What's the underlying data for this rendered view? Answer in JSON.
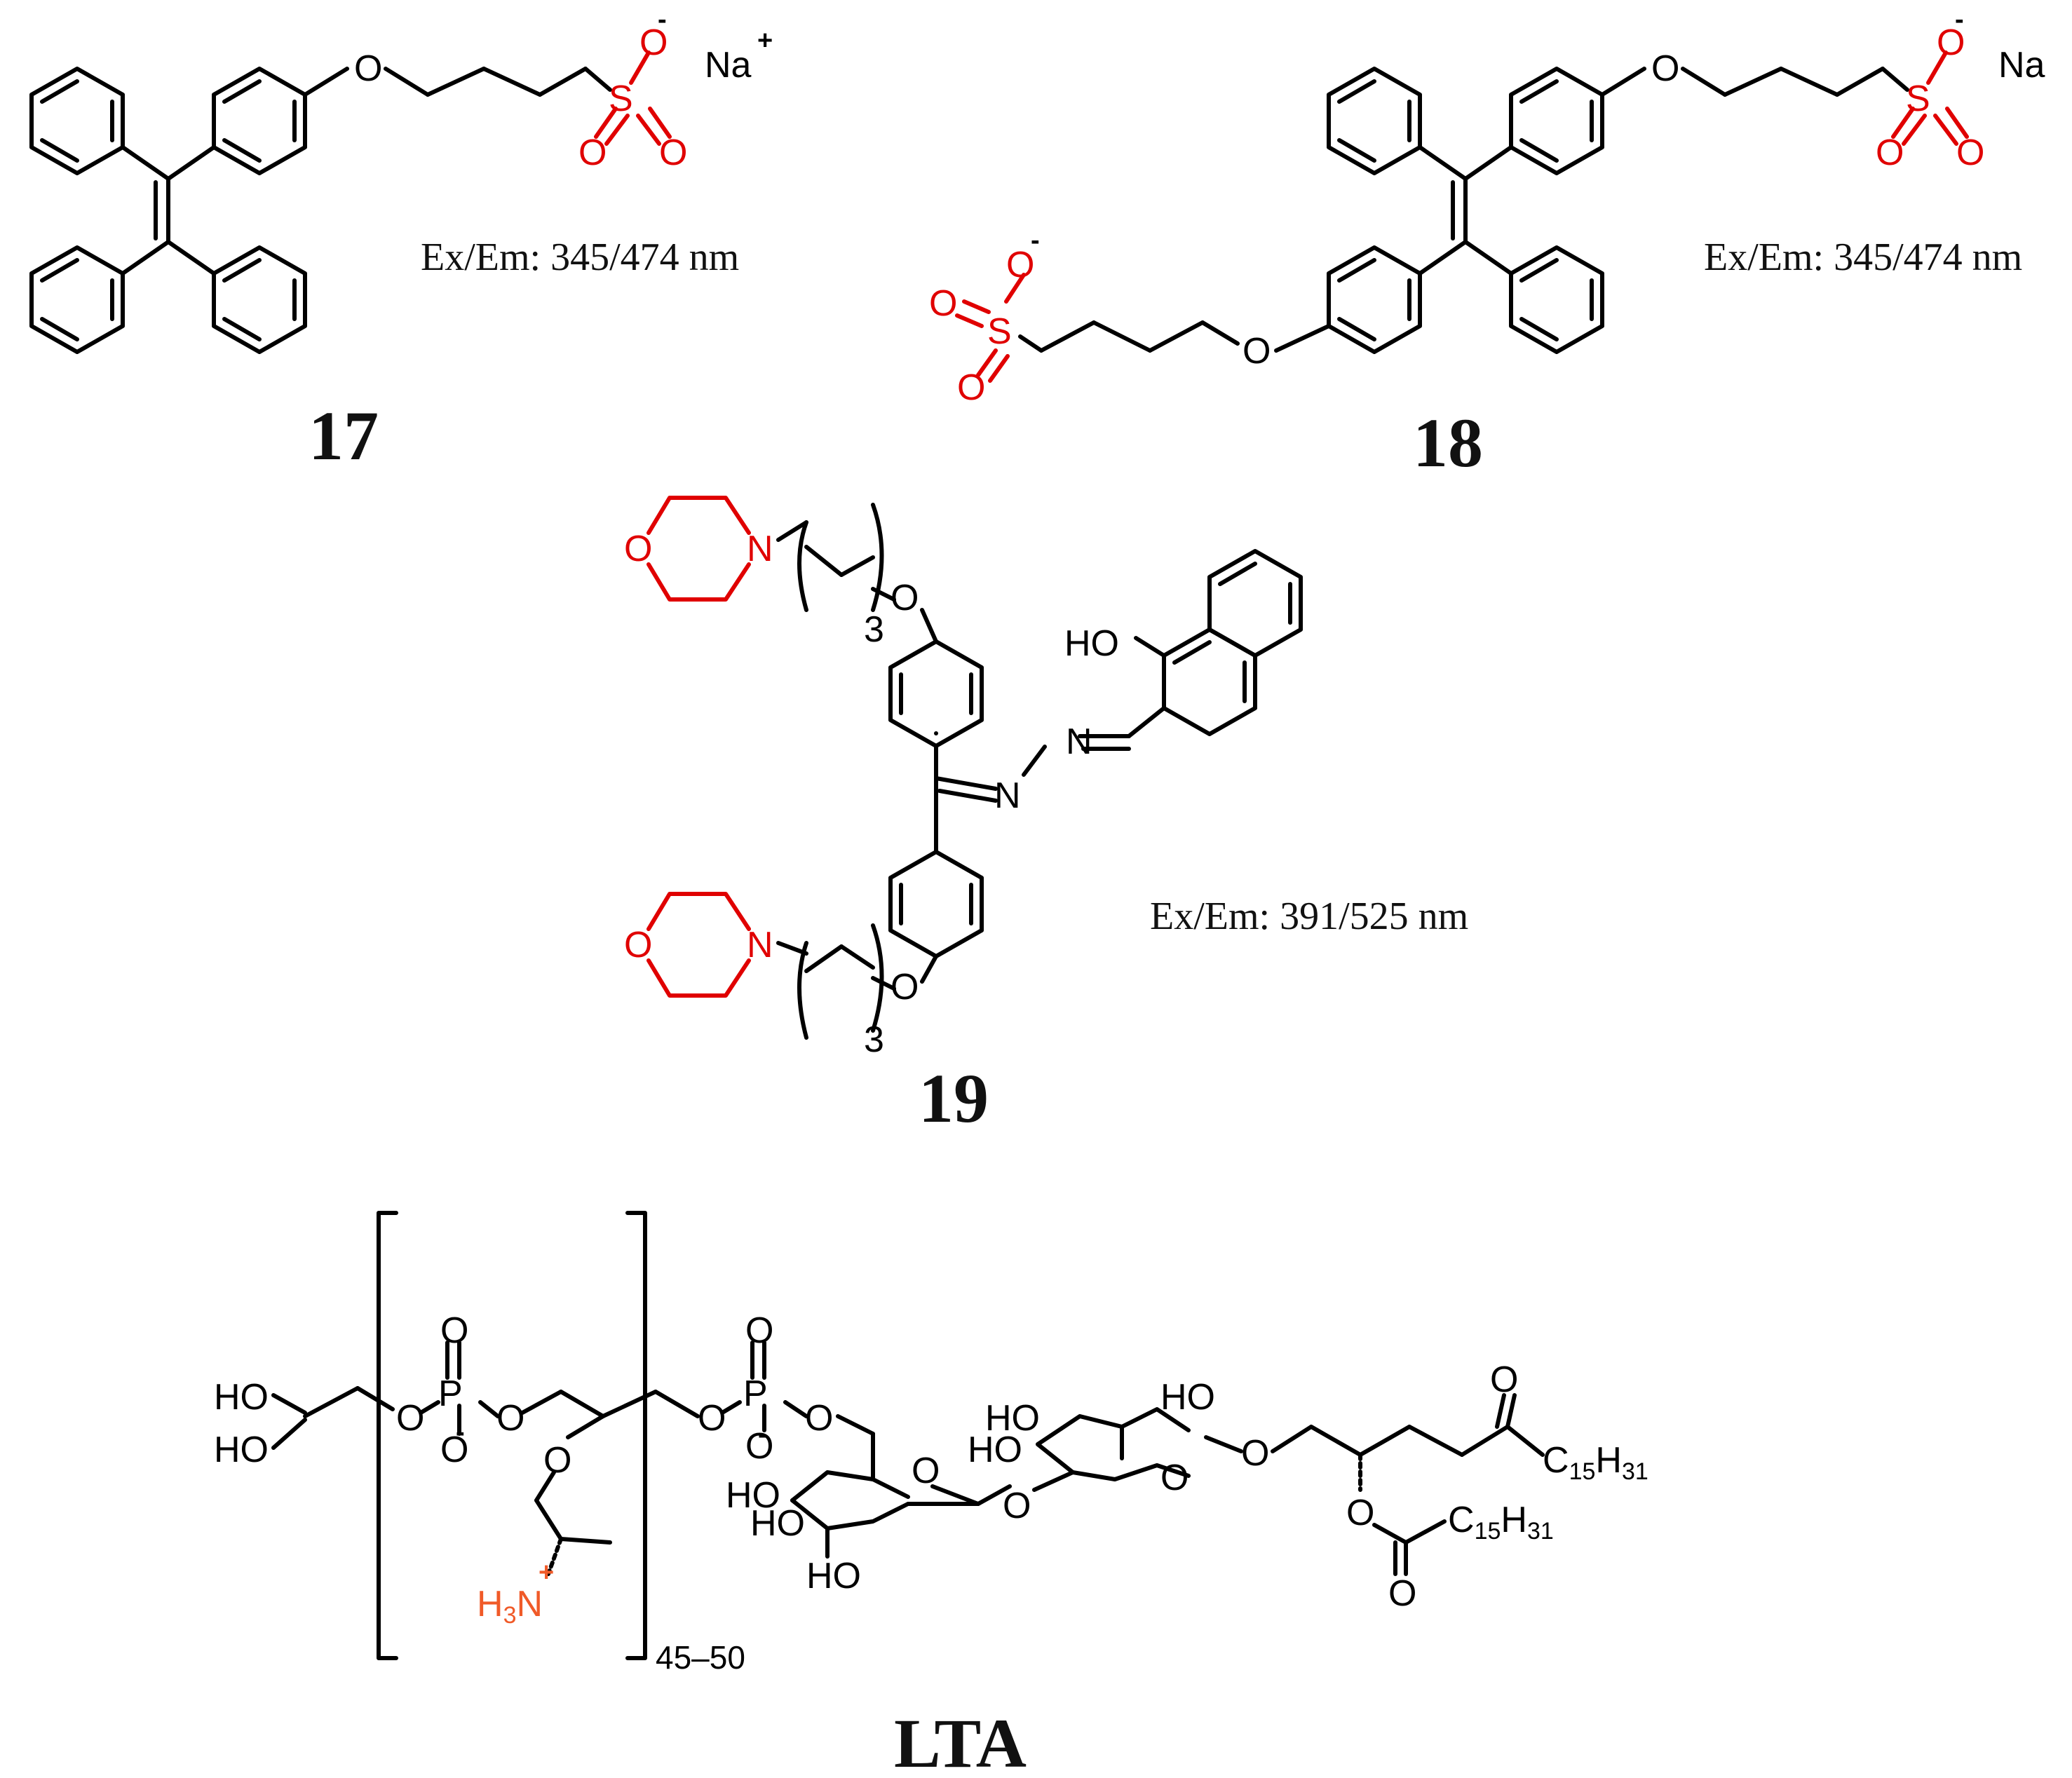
{
  "compounds": {
    "c17": {
      "label": "17",
      "exem": "Ex/Em: 345/474 nm"
    },
    "c18": {
      "label": "18",
      "exem": "Ex/Em: 345/474 nm"
    },
    "c19": {
      "label": "19",
      "exem": "Ex/Em: 391/525 nm"
    },
    "lta": {
      "label": "LTA",
      "repeat": "45–50"
    }
  },
  "atoms": {
    "O": "O",
    "N": "N",
    "S": "S",
    "P": "P",
    "HO": "HO",
    "H": "H",
    "Na": "Na",
    "plus": "+",
    "minus": "-",
    "three": "3",
    "C": "C",
    "fifteen": "15",
    "thirtyone": "31",
    "H3": "H",
    "sub3": "3"
  },
  "colors": {
    "bond": "#000000",
    "heteroatom_highlight": "#e00000",
    "ammonium": "#f05a28"
  }
}
